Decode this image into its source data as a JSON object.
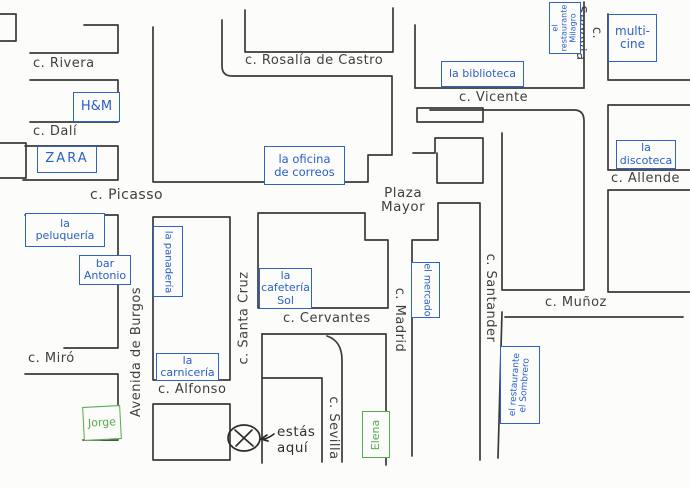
{
  "colors": {
    "ink": "#3a3a3a",
    "place_blue": "#2e62c4",
    "person_green": "#55aa4d"
  },
  "streets": [
    {
      "label": "c. Rivera"
    },
    {
      "label": "c. Dalí"
    },
    {
      "label": "c. Rosalía de Castro"
    },
    {
      "label": "c. Vicente"
    },
    {
      "label": "c. Picasso"
    },
    {
      "label": "c. Allende"
    },
    {
      "label": "c. Muñoz"
    },
    {
      "label": "c. Cervantes"
    },
    {
      "label": "c. Miró"
    },
    {
      "label": "c. Alfonso"
    },
    {
      "label": "Avenida de Burgos"
    },
    {
      "label": "c. Santa Cruz"
    },
    {
      "label": "c. Madrid"
    },
    {
      "label": "c. Santander"
    },
    {
      "label": "c. Segovia"
    },
    {
      "label": "c. Sevilla"
    }
  ],
  "plaza": {
    "label": "Plaza\nMayor"
  },
  "places": [
    {
      "label": "H&M"
    },
    {
      "label": "ZARA"
    },
    {
      "label": "la\npeluquería"
    },
    {
      "label": "bar\nAntonio"
    },
    {
      "label": "la panadería"
    },
    {
      "label": "la oficina\nde correos"
    },
    {
      "label": "la biblioteca"
    },
    {
      "label": "el restaurante\nMilagro"
    },
    {
      "label": "multi-\ncine"
    },
    {
      "label": "la\ndiscoteca"
    },
    {
      "label": "la\ncafetería\nSol"
    },
    {
      "label": "el mercado"
    },
    {
      "label": "la\ncarnicería"
    },
    {
      "label": "el restaurante\nel Sombrero"
    }
  ],
  "people": [
    {
      "label": "Jorge"
    },
    {
      "label": "Elena"
    }
  ],
  "marker": {
    "label": "estás\naquí"
  }
}
